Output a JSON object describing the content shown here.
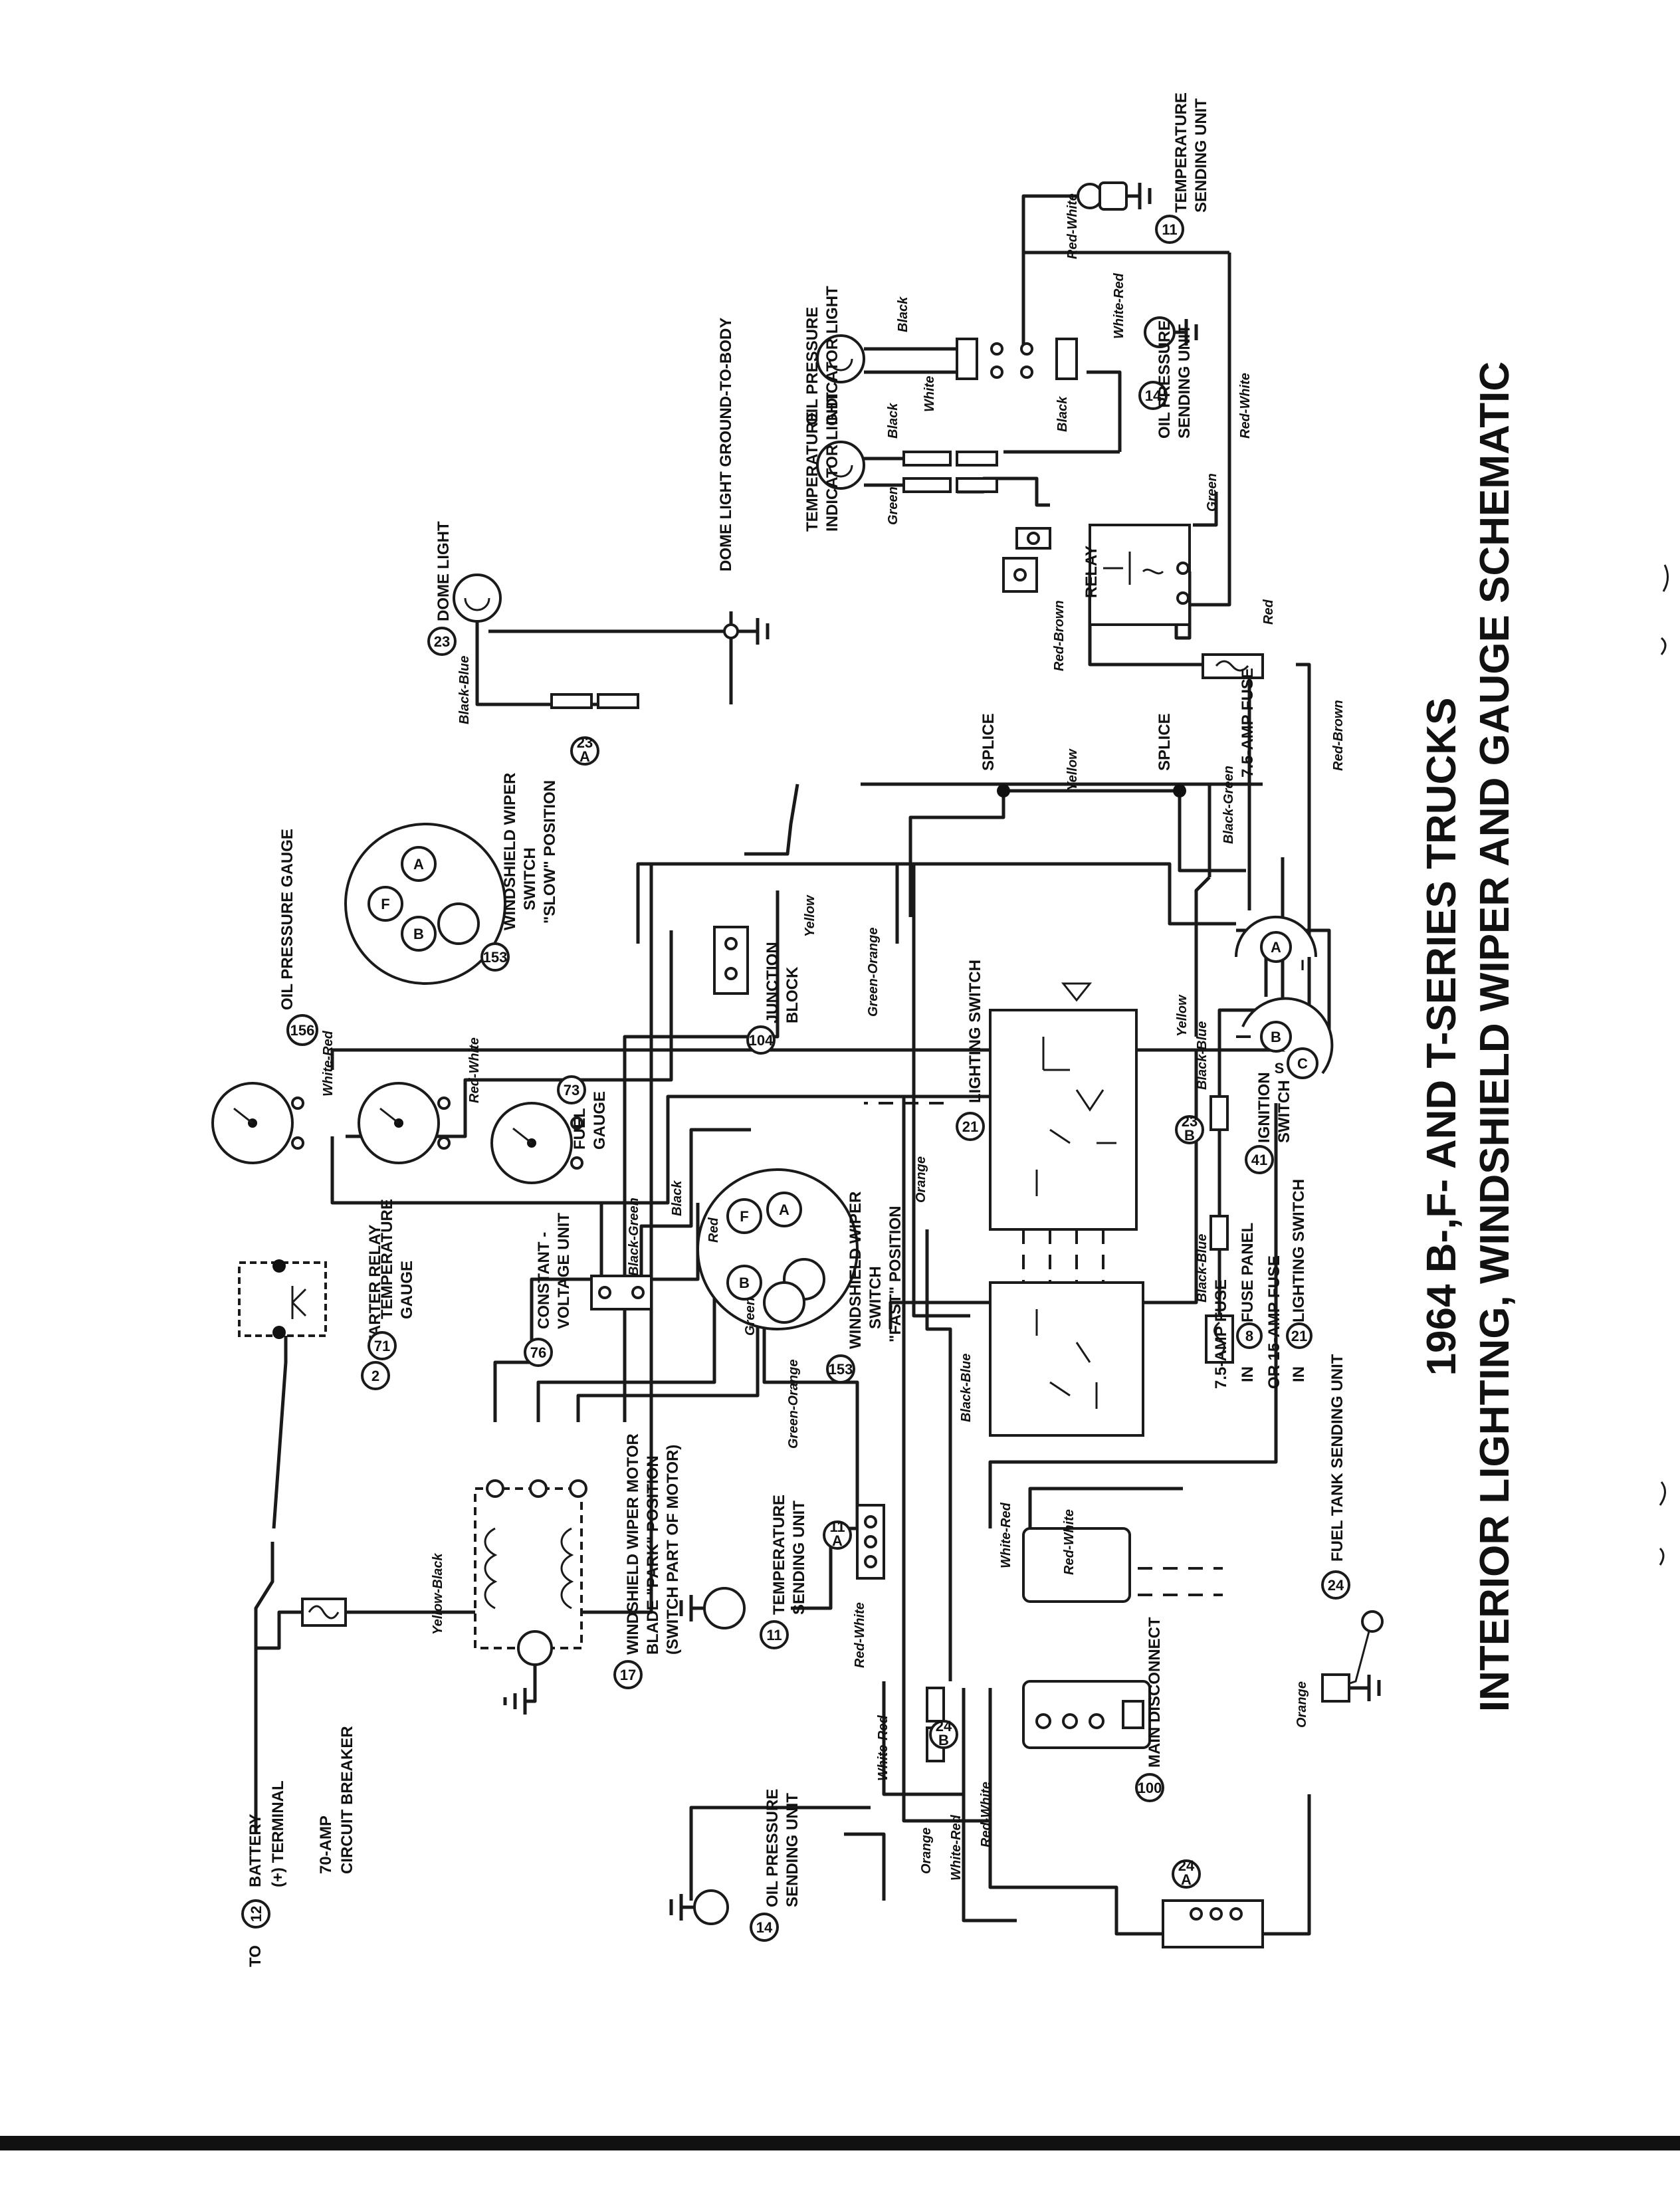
{
  "title": {
    "line1": "1964 B-,F- AND T-SERIES TRUCKS",
    "line2": "INTERIOR LIGHTING, WINDSHIELD WIPER AND GAUGE SCHEMATIC"
  },
  "components": {
    "battery": {
      "num": "12",
      "pre": "TO",
      "label": "BATTERY",
      "sub": "(+) TERMINAL"
    },
    "breaker": {
      "label1": "70-AMP",
      "label2": "CIRCUIT BREAKER"
    },
    "starter_relay": {
      "num": "2",
      "label": "STARTER RELAY"
    },
    "wiper_motor": {
      "num": "17",
      "label1": "WINDSHIELD WIPER MOTOR",
      "label2": "BLADE \"PARK\" POSITION",
      "label3": "(SWITCH PART OF MOTOR)"
    },
    "temp_sender_left": {
      "num": "11",
      "label1": "TEMPERATURE",
      "label2": "SENDING UNIT"
    },
    "oil_sender_left": {
      "num": "14",
      "label1": "OIL PRESSURE",
      "label2": "SENDING UNIT"
    },
    "main_disconnect": {
      "num": "100",
      "label": "MAIN DISCONNECT"
    },
    "fuel_tank": {
      "num": "24",
      "label": "FUEL TANK SENDING UNIT"
    },
    "temp_gauge": {
      "num": "71",
      "label1": "TEMPERATURE",
      "label2": "GAUGE"
    },
    "cvu": {
      "num": "76",
      "label1": "CONSTANT -",
      "label2": "VOLTAGE UNIT"
    },
    "oil_gauge": {
      "num": "156",
      "label": "OIL PRESSURE GAUGE"
    },
    "fuel_gauge": {
      "num": "73",
      "label1": "FUEL",
      "label2": "GAUGE"
    },
    "wiper_fast": {
      "num": "153",
      "label1": "WINDSHIELD WIPER",
      "label2": "SWITCH",
      "label3": "\"FAST\" POSITION"
    },
    "wiper_slow": {
      "num": "153",
      "label1": "WINDSHIELD WIPER",
      "label2": "SWITCH",
      "label3": "\"SLOW\" POSITION"
    },
    "junction": {
      "num": "104",
      "label1": "JUNCTION",
      "label2": "BLOCK"
    },
    "lighting_switch": {
      "num": "21",
      "label": "LIGHTING SWITCH"
    },
    "fuse_panel": {
      "label1": "7.5-AMP FUSE",
      "label2": "IN",
      "num1": "8",
      "label3": "FUSE PANEL",
      "label4": "OR 15-AMP FUSE",
      "label5": "IN",
      "num2": "21",
      "label6": "LIGHTING SWITCH"
    },
    "ignition": {
      "num": "41",
      "label1": "IGNITION",
      "label2": "SWITCH"
    },
    "dome_light": {
      "num": "23",
      "label": "DOME LIGHT",
      "ground": "DOME LIGHT GROUND-TO-BODY"
    },
    "temp_indicator": {
      "label1": "TEMPERATURE",
      "label2": "INDICATOR LIGHT"
    },
    "oil_indicator": {
      "label1": "OIL PRESSURE",
      "label2": "INDICATOR LIGHT"
    },
    "relay": {
      "label": "RELAY"
    },
    "fuse_right": {
      "label": "7.5-AMP FUSE"
    },
    "temp_sender_right": {
      "num": "11",
      "label1": "TEMPERATURE",
      "label2": "SENDING UNIT"
    },
    "oil_sender_right": {
      "num": "14",
      "label1": "OIL PRESSURE",
      "label2": "SENDING UNIT"
    },
    "splice": {
      "label": "SPLICE"
    }
  },
  "connectors": {
    "c23a": {
      "num": "23",
      "letter": "A"
    },
    "c23b": {
      "num": "23",
      "letter": "B"
    },
    "c24a": {
      "num": "24",
      "letter": "A"
    },
    "c24b": {
      "num": "24",
      "letter": "B"
    },
    "c11a": {
      "num": "11",
      "letter": "A"
    }
  },
  "switch_terminals": {
    "a": "A",
    "b": "B",
    "f": "F",
    "c": "C",
    "s": "S",
    "i": "I"
  },
  "wire_colors": {
    "yellow_black": "Yellow-Black",
    "white_red": "White-Red",
    "red_white": "Red-White",
    "black_green": "Black-Green",
    "black": "Black",
    "red": "Red",
    "green": "Green",
    "green_orange": "Green-Orange",
    "orange": "Orange",
    "yellow": "Yellow",
    "black_blue": "Black-Blue",
    "red_brown": "Red-Brown",
    "white": "White"
  }
}
